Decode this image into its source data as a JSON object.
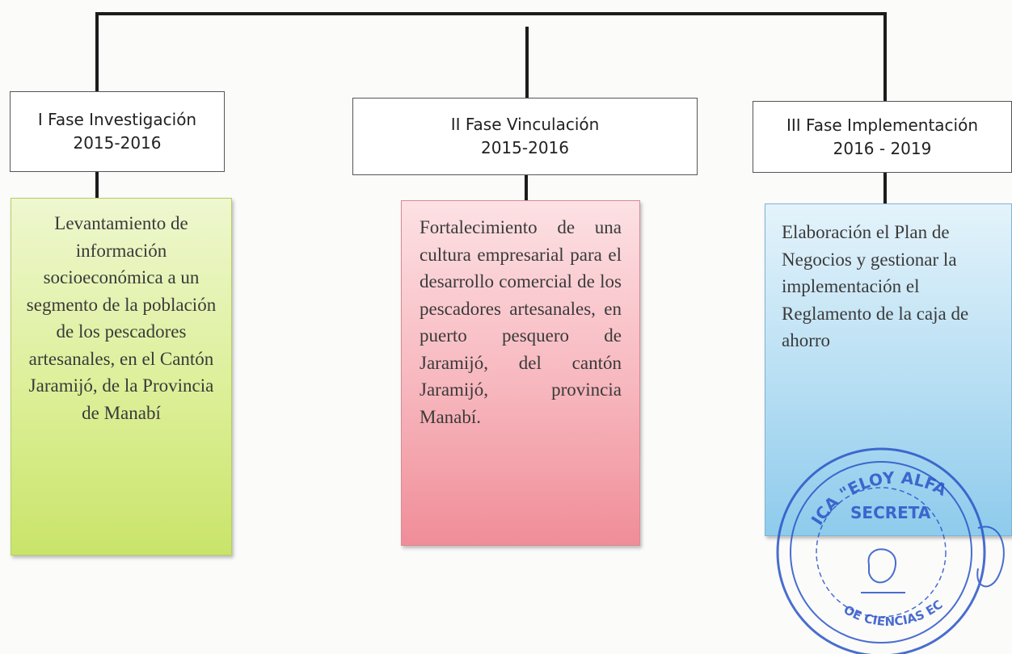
{
  "phases": [
    {
      "title": "I Fase Investigación",
      "years": "2015-2016",
      "description": "Levantamiento de información socioeconómica a un segmento de la población de los pescadores artesanales, en el Cantón Jaramijó, de la Provincia de Manabí",
      "color": "#dcef97"
    },
    {
      "title": "II Fase Vinculación",
      "years": "2015-2016",
      "description": "Fortalecimiento de una cultura empresarial para el desarrollo comercial de los pescadores artesanales, en puerto pesquero de Jaramijó, del cantón Jaramijó, provincia Manabí.",
      "color": "#f7b6bd"
    },
    {
      "title": "III Fase Implementación",
      "years": "2016 - 2019",
      "description": "Elaboración el Plan de Negocios y gestionar la implementación el Reglamento de la caja de ahorro",
      "color": "#b6def3"
    }
  ],
  "stamp": {
    "text_top": "ICA \"ELOY ALFA",
    "text_middle": "SECRETA",
    "text_bottom": "OE CIENCIAS EC",
    "color": "#2a55c8"
  }
}
